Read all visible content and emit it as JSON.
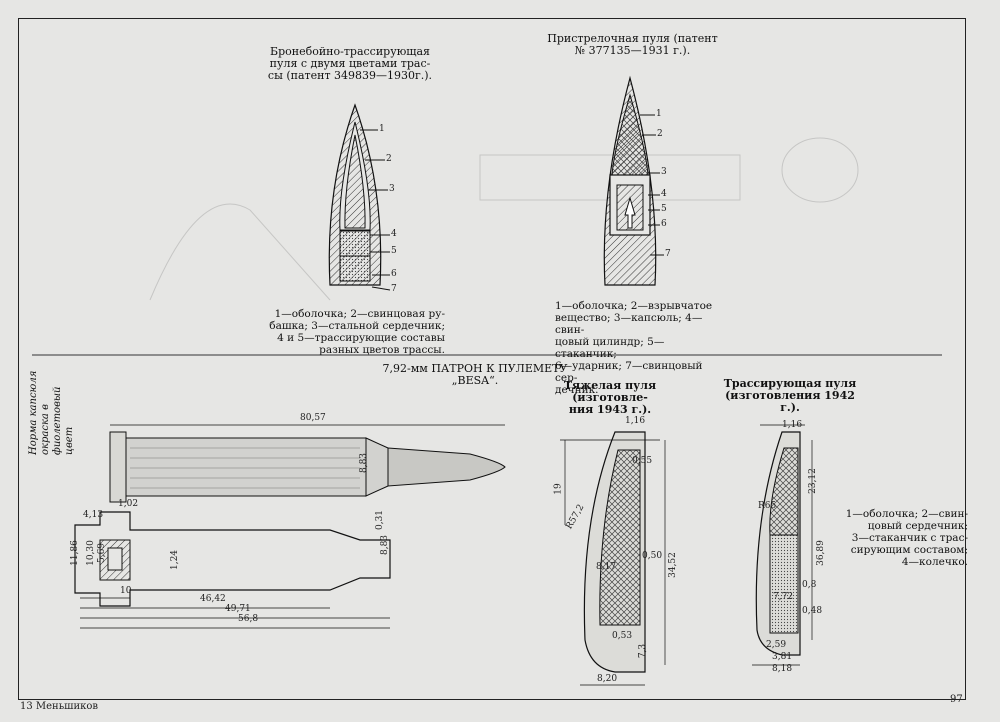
{
  "top_left": {
    "title": "Бронебойно-трассирующая\nпуля с двумя цветами трас-\nсы (патент 349839—1930г.).",
    "labels": [
      "1",
      "2",
      "3",
      "4",
      "5",
      "6",
      "7"
    ],
    "legend": "1—оболочка; 2—свинцовая ру-\nбашка; 3—стальной сердечник;\n4 и 5—трассирующие составы\nразных цветов трассы."
  },
  "top_right": {
    "title": "Пристрелочная пуля (патент\n№ 377135—1931 г.).",
    "labels": [
      "1",
      "2",
      "3",
      "4",
      "5",
      "6",
      "7"
    ],
    "legend": "1—оболочка; 2—взрывчатое\nвещество; 3—капсюль; 4—свин-\nцовый цилиндр; 5—стаканчик;\n6—ударник; 7—свинцовый сер-\nдечник."
  },
  "section_title": "7,92-мм ПАТРОН К ПУЛЕМЕТУ „BESA“.",
  "cartridge": {
    "side_note": "Норма капсюля\nокраска в\nфиолетовый\nцвет",
    "dims": [
      "80,57",
      "8,83",
      "1,02",
      "4,13",
      "11,86",
      "10,30",
      "5,69",
      "1,24",
      "10",
      "46,42",
      "49,71",
      "56,8",
      "8,83",
      "0,31"
    ]
  },
  "heavy": {
    "title": "Тяжелая пуля (изготовле-\nния 1943 г.).",
    "dims": [
      "1,16",
      "0,55",
      "19",
      "R57,2",
      "0,50",
      "34,52",
      "8,17",
      "0,53",
      "7,3",
      "8,20"
    ]
  },
  "tracer": {
    "title": "Трассирующая пуля\n(изготовления 1942 г.).",
    "dims": [
      "1,16",
      "23,12",
      "36,89",
      "R65",
      "7,72",
      "0,8",
      "0,48",
      "2,59",
      "3,81",
      "8,18"
    ],
    "legend": "1—оболочка; 2—свин-\nцовый сердечник;\n3—стаканчик с трас-\nсирующим составом;\n4—колечко."
  },
  "footer": {
    "left": "13 Меньшиков",
    "right": "97"
  }
}
